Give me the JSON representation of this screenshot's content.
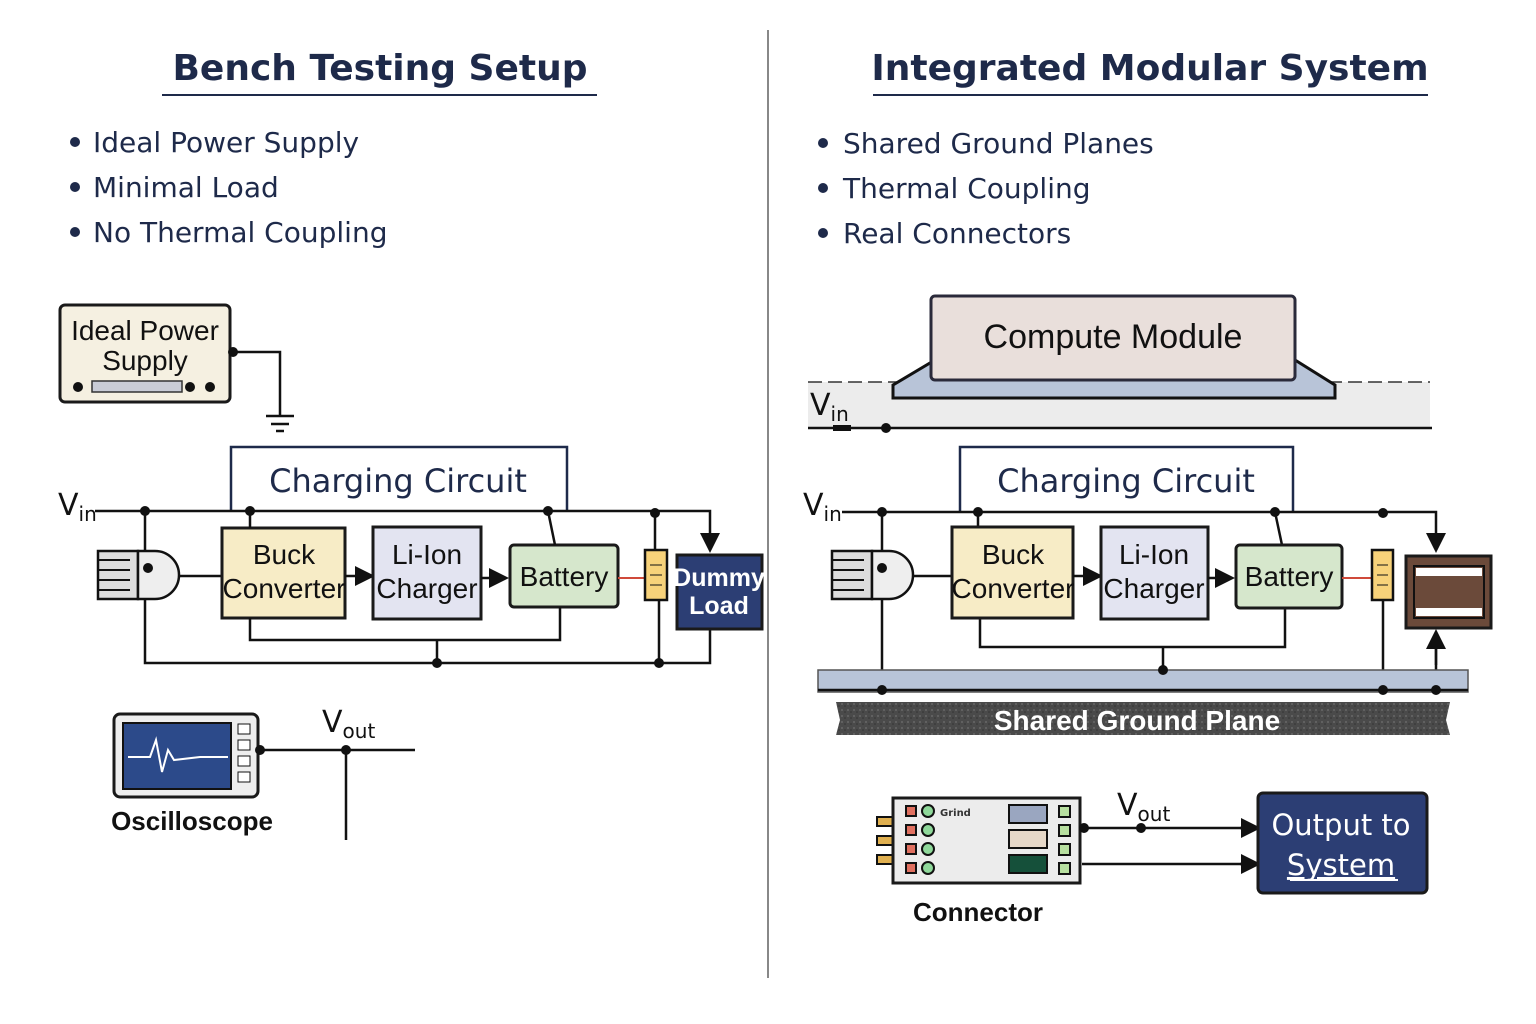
{
  "left": {
    "title": "Bench Testing Setup",
    "bullets": [
      "Ideal Power Supply",
      "Minimal Load",
      "No Thermal Coupling"
    ],
    "power_supply": {
      "line1": "Ideal Power",
      "line2": "Supply"
    },
    "charging_circuit": "Charging Circuit",
    "vin": {
      "main": "V",
      "sub": "in"
    },
    "buck": {
      "line1": "Buck",
      "line2": "Converter"
    },
    "charger": {
      "line1": "Li-Ion",
      "line2": "Charger"
    },
    "battery": "Battery",
    "dummy_load": {
      "line1": "Dummy",
      "line2": "Load"
    },
    "vout": {
      "main": "V",
      "sub": "out"
    },
    "oscilloscope": "Oscilloscope"
  },
  "right": {
    "title": "Integrated Modular System",
    "bullets": [
      "Shared Ground Planes",
      "Thermal Coupling",
      "Real Connectors"
    ],
    "compute_module": "Compute Module",
    "vin_top": {
      "main": "V",
      "sub": "in"
    },
    "charging_circuit": "Charging Circuit",
    "vin": {
      "main": "V",
      "sub": "in"
    },
    "buck": {
      "line1": "Buck",
      "line2": "Converter"
    },
    "charger": {
      "line1": "Li-Ion",
      "line2": "Charger"
    },
    "battery": "Battery",
    "ground_plane": "Shared Ground Plane",
    "connector_text": "Grind",
    "connector": "Connector",
    "vout": {
      "main": "V",
      "sub": "out"
    },
    "output": {
      "line1": "Output to",
      "line2": "System"
    }
  },
  "colors": {
    "navy": "#1e2a4a",
    "buck_fill": "#f7ecc6",
    "charger_fill": "#e3e4f1",
    "battery_fill": "#d6e7cc",
    "load_fill": "#2c3e74",
    "compute_fill": "#e9dfdb",
    "chip_fill": "#6b4a3a"
  }
}
